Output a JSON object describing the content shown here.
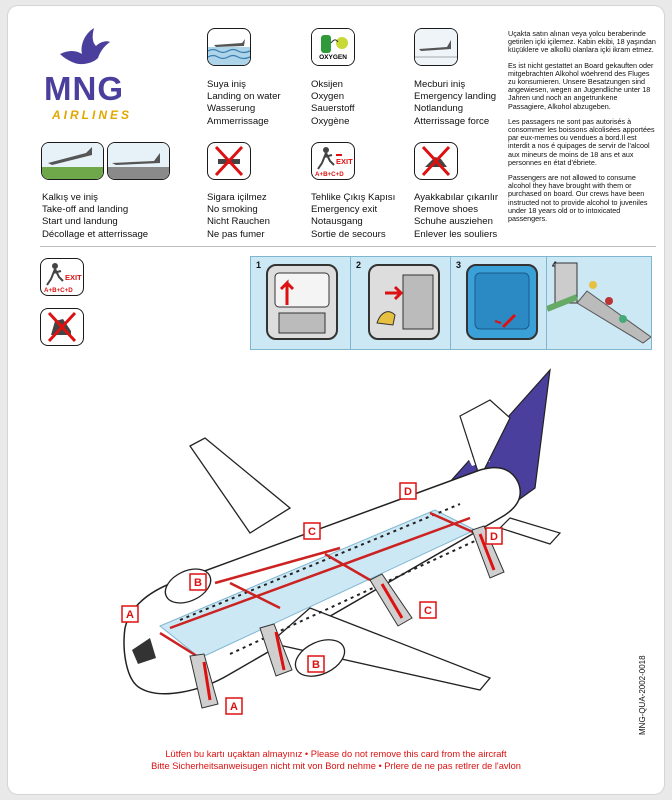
{
  "brand": {
    "name": "MNG",
    "subtitle": "AIRLINES"
  },
  "icons": [
    {
      "id": "water",
      "lines": [
        "Suya iniş",
        "Landing on water",
        "Wasserung",
        "Ammerrissage"
      ]
    },
    {
      "id": "oxygen",
      "badge": "OXYGEN",
      "lines": [
        "Oksijen",
        "Oxygen",
        "Sauerstoff",
        "Oxygène"
      ]
    },
    {
      "id": "emergency-landing",
      "lines": [
        "Mecburi iniş",
        "Emergency landing",
        "Notlandung",
        "Atterrissage force"
      ]
    },
    {
      "id": "takeoff",
      "lines": [
        "Kalkış ve iniş",
        "Take-off and landing",
        "Start und landung",
        "Décollage et atterrissage"
      ]
    },
    {
      "id": "no-smoking",
      "lines": [
        "Sigara içilmez",
        "No smoking",
        "Nicht Rauchen",
        "Ne pas fumer"
      ]
    },
    {
      "id": "exit",
      "badge": "EXIT",
      "badge2": "A+B+C+D",
      "lines": [
        "Tehlike Çıkış Kapısı",
        "Emergency exit",
        "Notausgang",
        "Sortie de secours"
      ]
    },
    {
      "id": "remove-shoes",
      "lines": [
        "Ayakkabılar çıkarılır",
        "Remove shoes",
        "Schuhe ausziehen",
        "Enlever les souliers"
      ]
    }
  ],
  "alcohol_notice": [
    "Uçakta satın alınan veya yolcu beraberinde getirilen içki içilemez. Kabin ekibi, 18 yaşından küçüklere ve alkollü olanlara içki ikram etmez.",
    "Es ist nicht gestattet an Board gekauften oder mitgebrachten Alkohol wöehrend des Fluges zu konsumieren. Unsere Besatzungen sind angewiesen, wegen an Jugendliche unter 18 Jahren und noch an angetrunkene Passagiere, Alkohol abzugeben.",
    "Les passagers ne sont pas autorisés à consommer les boissons alcolisées apportées par eux-memes ou vendues a bord.Il est interdit a nos é quipages de servir de l'alcool aux mineurs de moins de 18 ans et aux personnes en état d'ébriete.",
    "Passengers are not allowed to consume alcohol they have brought with them or purchased on board. Our crews have been instructed not to provide alcohol to juveniles under 18 years old or to intoxicated passengers."
  ],
  "exit_badge": {
    "word": "EXIT",
    "doors": "A+B+C+D"
  },
  "door_steps": [
    "1",
    "2",
    "3",
    "4"
  ],
  "exit_letters": {
    "a": "A",
    "b": "B",
    "c": "C",
    "d": "D"
  },
  "footer": {
    "line1": "Lütfen bu kartı uçaktan almayınız • Please do not remove this card from the aircraft",
    "line2": "Bitte Sicherheitsanweisugen nicht mit von Bord nehme • Prlere de ne pas retlrer de l'avlon"
  },
  "card_code": "MNG-QUA-2002-0018",
  "colors": {
    "brand": "#4a3f9c",
    "accent": "#e0a800",
    "exit_red": "#d11",
    "slide_blue": "#cce8f4"
  }
}
